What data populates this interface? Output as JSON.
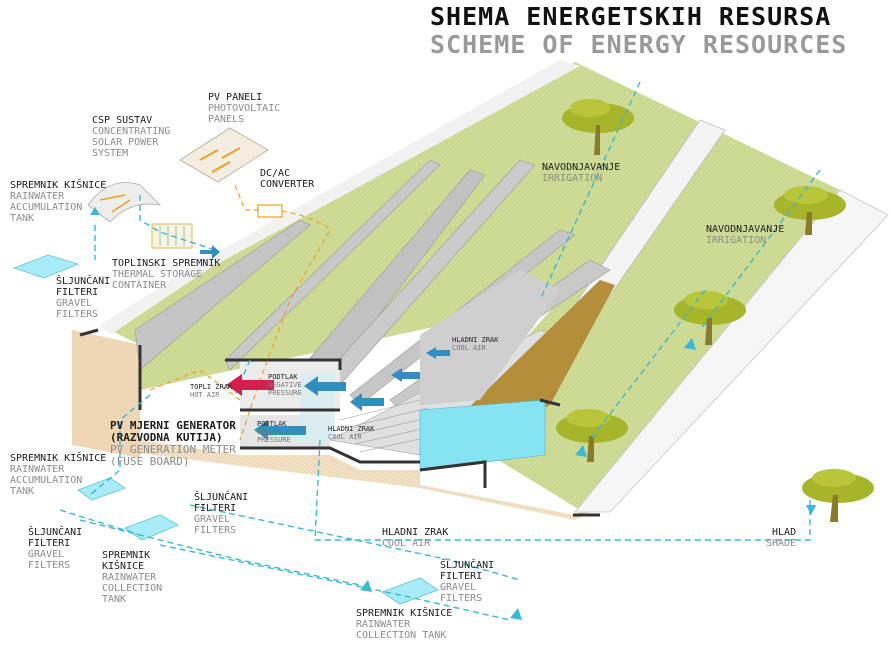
{
  "title": {
    "croatian": "SHEMA ENERGETSKIH RESURSA",
    "english": "SCHEME OF ENERGY RESOURCES"
  },
  "labels": {
    "pv_panels": {
      "hr": "PV PANELI",
      "en": "PHOTOVOLTAIC PANELS"
    },
    "csp": {
      "hr": "CSP SUSTAV",
      "en": "CONCENTRATING SOLAR POWER SYSTEM"
    },
    "dcac": {
      "hr": "DC/AC",
      "en": "CONVERTER"
    },
    "rain_tank_top": {
      "hr": "SPREMNIK KIŠNICE",
      "en": "RAINWATER ACCUMULATION TANK"
    },
    "thermal": {
      "hr": "TOPLINSKI SPREMNIK",
      "en": "THERMAL STORAGE CONTAINER"
    },
    "gravel_top": {
      "hr": "ŠLJUNČANI FILTERI",
      "en": "GRAVEL FILTERS"
    },
    "irrigation_1": {
      "hr": "NAVODNJAVANJE",
      "en": "IRRIGATION"
    },
    "irrigation_2": {
      "hr": "NAVODNJAVANJE",
      "en": "IRRIGATION"
    },
    "hot_air": {
      "hr": "TOPLI ZRAK",
      "en": "HOT AIR"
    },
    "neg_pressure_1": {
      "hr": "PODTLAK",
      "en": "NEGATIVE PRESSURE"
    },
    "neg_pressure_2": {
      "hr": "PODTLAK",
      "en": "NEGATIVE PRESSURE"
    },
    "cool_air_upper": {
      "hr": "HLADNI ZRAK",
      "en": "COOL AIR"
    },
    "cool_air_lower": {
      "hr": "HLADNI ZRAK",
      "en": "COOL AIR"
    },
    "pv_meter": {
      "hr": "PV MJERNI GENERATOR (RAZVODNA KUTIJA)",
      "en": "PV GENERATION METER (FUSE BOARD)"
    },
    "rain_tank_left": {
      "hr": "SPREMNIK KIŠNICE",
      "en": "RAINWATER ACCUMULATION TANK"
    },
    "gravel_mid": {
      "hr": "ŠLJUNČANI FILTERI",
      "en": "GRAVEL FILTERS"
    },
    "gravel_left": {
      "hr": "ŠLJUNČANI FILTERI",
      "en": "GRAVEL FILTERS"
    },
    "collection_left": {
      "hr": "SPREMNIK KIŠNICE",
      "en": "RAINWATER COLLECTION TANK"
    },
    "cool_air_bottom": {
      "hr": "HLADNI ZRAK",
      "en": "COOL AIR"
    },
    "shade": {
      "hr": "HLAD",
      "en": "SHADE"
    },
    "gravel_right": {
      "hr": "ŠLJUNČANI FILTERI",
      "en": "GRAVEL FILTERS"
    },
    "collection_right": {
      "hr": "SPREMNIK KIŠNICE",
      "en": "RAINWATER COLLECTION TANK"
    }
  },
  "colors": {
    "grass": "#c9d98f",
    "grass_dark": "#a9bd63",
    "tree": "#a6b52a",
    "wall": "#bdbdbd",
    "earth": "#b08a3c",
    "water": "#7fdff0",
    "flow_line": "#3ab8d6",
    "hot_arrow": "#d42050",
    "cool_arrow": "#2f8fc0",
    "energy": "#f0a020",
    "ground": "#f2dcc0"
  }
}
